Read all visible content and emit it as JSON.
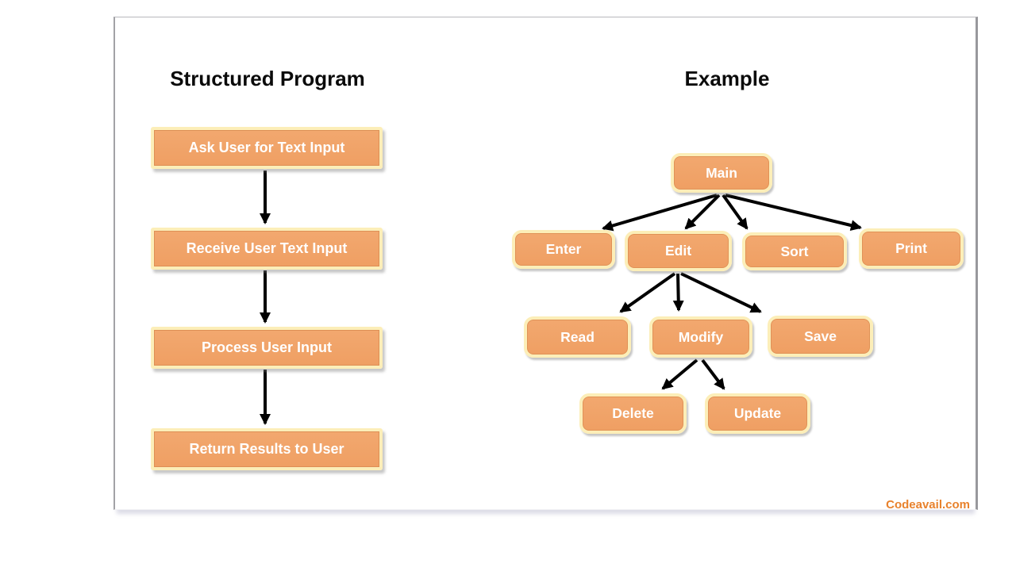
{
  "left_section": {
    "title": "Structured Program",
    "steps": [
      "Ask User for Text Input",
      "Receive User Text Input",
      "Process User Input",
      "Return Results to User"
    ],
    "flow": "sequential-top-to-bottom"
  },
  "right_section": {
    "title": "Example",
    "nodes": {
      "main": "Main",
      "enter": "Enter",
      "edit": "Edit",
      "sort": "Sort",
      "print": "Print",
      "read": "Read",
      "modify": "Modify",
      "save": "Save",
      "delete": "Delete",
      "update": "Update"
    },
    "edges": [
      {
        "from": "Main",
        "to": "Enter"
      },
      {
        "from": "Main",
        "to": "Edit"
      },
      {
        "from": "Main",
        "to": "Sort"
      },
      {
        "from": "Main",
        "to": "Print"
      },
      {
        "from": "Edit",
        "to": "Read"
      },
      {
        "from": "Edit",
        "to": "Modify"
      },
      {
        "from": "Edit",
        "to": "Save"
      },
      {
        "from": "Modify",
        "to": "Delete"
      },
      {
        "from": "Modify",
        "to": "Update"
      }
    ]
  },
  "watermark": {
    "text": "Codeavail.com",
    "color": "#E8822D"
  },
  "colors": {
    "node_fill": "#F0A369",
    "node_border": "#FCEEB8",
    "node_text": "#FFFFFF",
    "title_text": "#0B0B0B",
    "arrow": "#000000",
    "panel_border": "#A0A0A4",
    "background": "#FFFFFF"
  }
}
